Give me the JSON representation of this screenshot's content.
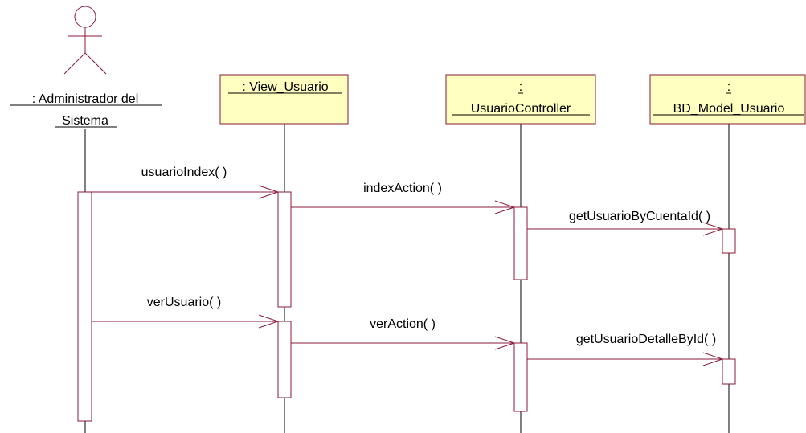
{
  "diagram": {
    "actor": {
      "label_line1": ": Administrador del",
      "label_line2": "Sistema"
    },
    "objects": {
      "view": {
        "label": ": View_Usuario"
      },
      "controller": {
        "label_line1": ":",
        "label_line2": "UsuarioController"
      },
      "model": {
        "label_line1": ":",
        "label_line2": "BD_Model_Usuario"
      }
    },
    "messages": {
      "m1": "usuarioIndex( )",
      "m2": "indexAction( )",
      "m3": "getUsuarioByCuentaId( )",
      "m4": "verUsuario( )",
      "m5": "verAction( )",
      "m6": "getUsuarioDetalleById( )"
    }
  },
  "colors": {
    "object_fill": "#ffffc0",
    "stroke": "#8b1a3a",
    "text": "#000000"
  }
}
